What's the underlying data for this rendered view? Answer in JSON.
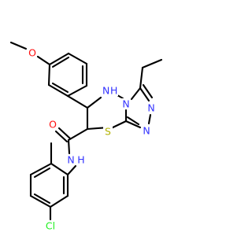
{
  "colors": {
    "carbon": "#000000",
    "N": "#3333FF",
    "O": "#FF0D0D",
    "S": "#B2B200",
    "Cl": "#1FF01F",
    "background": "#ffffff"
  },
  "atoms": [
    {
      "label": "O",
      "el": "O"
    },
    {
      "label": "O",
      "el": "O"
    },
    {
      "label": "N",
      "el": "N"
    },
    {
      "label": "N",
      "el": "N"
    },
    {
      "label": "N",
      "el": "N"
    },
    {
      "label": "N",
      "el": "N"
    },
    {
      "label": "N",
      "el": "N"
    },
    {
      "label": "S",
      "el": "S"
    },
    {
      "label": "Cl",
      "el": "Cl"
    },
    {
      "label": "H",
      "el": "N"
    },
    {
      "label": "H",
      "el": "N"
    }
  ]
}
